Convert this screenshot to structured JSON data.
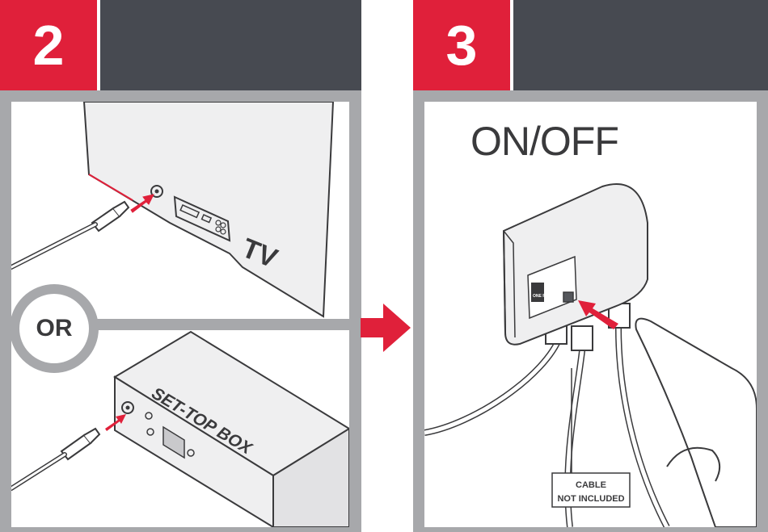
{
  "colors": {
    "accent_red": "#e0203a",
    "header_dark": "#474a51",
    "frame_grey": "#a7a8ab",
    "panel_bg": "#ffffff",
    "device_fill": "#efeff0",
    "line": "#3a3a3c"
  },
  "step2": {
    "number": "2",
    "tv_label": "TV",
    "or_label": "OR",
    "stb_label": "SET-TOP BOX"
  },
  "step3": {
    "number": "3",
    "title": "ON/OFF",
    "device_brand": "ONE FOR ALL",
    "cable_note_line1": "CABLE",
    "cable_note_line2": "NOT INCLUDED"
  }
}
